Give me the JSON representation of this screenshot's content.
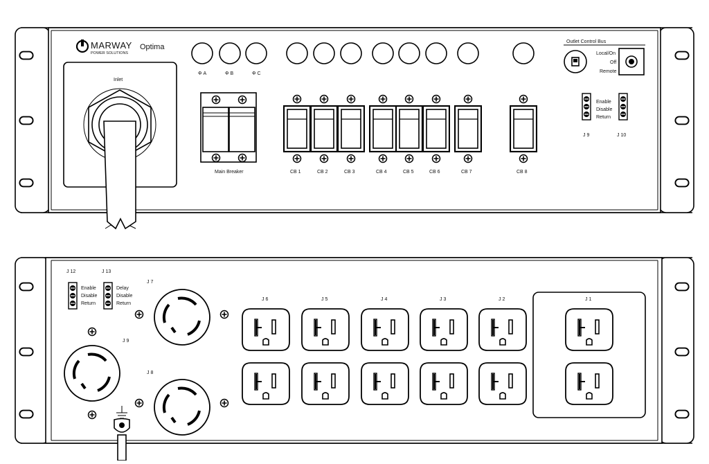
{
  "brand": {
    "name": "MARWAY",
    "sub": "POWER SOLUTIONS",
    "model": "Optima"
  },
  "front": {
    "inlet_label": "Inlet",
    "phase_labels": [
      "Φ A",
      "Φ B",
      "Φ C"
    ],
    "main_breaker_label": "Main Breaker",
    "cb_labels": [
      "CB 1",
      "CB 2",
      "CB 3",
      "CB 4",
      "CB 5",
      "CB 6",
      "CB 7",
      "CB 8"
    ],
    "control_bus": {
      "title": "Outlet Control Bus",
      "mode_labels": [
        "Local/On",
        "Off",
        "Remote"
      ],
      "terminal_labels": [
        "Enable",
        "Disable",
        "Return"
      ],
      "connector_labels": [
        "J 9",
        "J 10"
      ]
    }
  },
  "rear": {
    "j12": {
      "label": "J 12",
      "terms": [
        "Enable",
        "Disable",
        "Return"
      ]
    },
    "j13": {
      "label": "J 13",
      "terms": [
        "Delay",
        "Disable",
        "Return"
      ]
    },
    "twist_lock_labels": [
      "J 7",
      "J 9",
      "J 8"
    ],
    "outlet_labels": [
      "J 6",
      "J 5",
      "J 4",
      "J 3",
      "J 2",
      "J 1"
    ]
  }
}
